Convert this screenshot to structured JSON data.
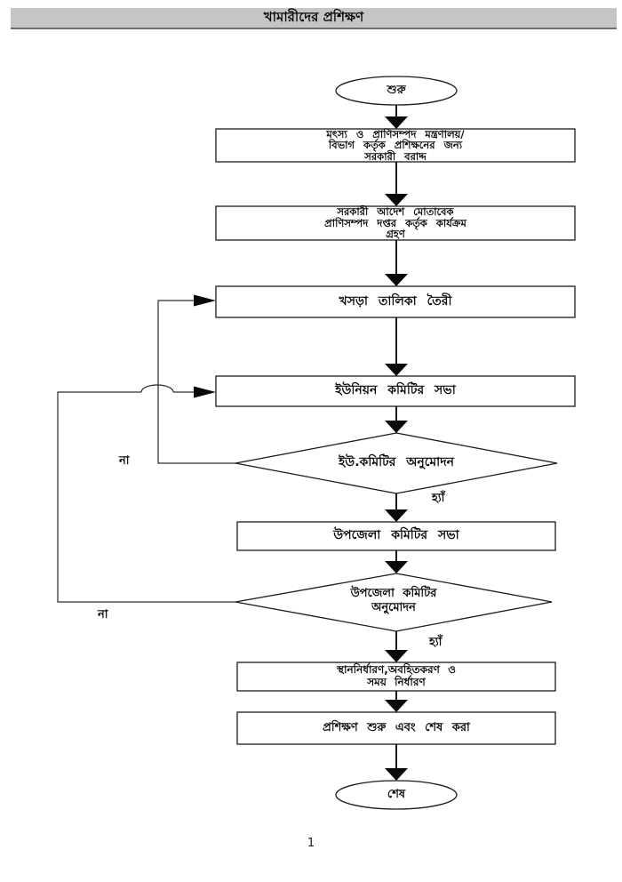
{
  "page": {
    "background": "#ffffff"
  },
  "header": {
    "title": "খামারীদের প্রশিক্ষণ",
    "bar_color": "#c5c5c5",
    "bar_border_color": "#6e6e6e"
  },
  "flowchart": {
    "ink_color": "#000000",
    "start": {
      "label": "শুরু"
    },
    "steps": {
      "box1": {
        "lines": [
          "মৎস্য ও প্রাণিসম্পদ মন্ত্রণালয়/",
          "বিভাগ কর্তৃক প্রশিক্ষনের জন্য",
          "সরকারী বরাদ্দ"
        ]
      },
      "box2": {
        "lines": [
          "সরকারী আদেশ মোতাবেক",
          "প্রাণিসম্পদ দপ্তর কর্তৃক কার্যক্রম",
          "গ্রহণ"
        ]
      },
      "box3": {
        "label": "খসড়া তালিকা তৈরী"
      },
      "box4": {
        "label": "ইউনিয়ন কমিটির সভা"
      },
      "decision1": {
        "label": "ইউ.কমিটির অনুমোদন",
        "yes_label": "হ্যাঁ",
        "no_label": "না"
      },
      "box5": {
        "label": "উপজেলা কমিটির সভা"
      },
      "decision2": {
        "lines": [
          "উপজেলা কমিটির",
          "অনুমোদন"
        ],
        "yes_label": "হ্যাঁ",
        "no_label": "না"
      },
      "box6": {
        "lines": [
          "স্থাননির্ধারণ,অবহিতকরণ ও",
          "সময় নির্ধারণ"
        ]
      },
      "box7": {
        "label": "প্রশিক্ষণ শুরু এবং শেষ করা"
      }
    },
    "end": {
      "label": "শেষ"
    }
  },
  "footer": {
    "page_number": "1"
  }
}
